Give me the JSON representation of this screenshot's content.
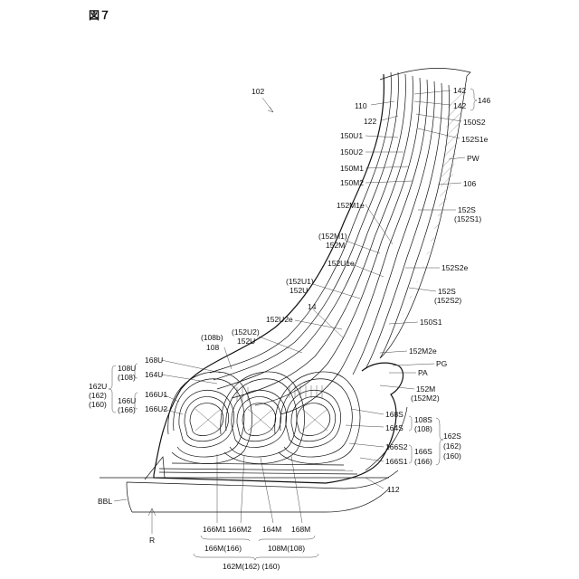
{
  "figure": {
    "title": "図７"
  },
  "labels": {
    "l102": "102",
    "l110": "110",
    "l122": "122",
    "l142a": "142",
    "l142b": "142",
    "l146": "146",
    "l150S2": "150S2",
    "l152S1e": "152S1e",
    "l150U1": "150U1",
    "l150U2": "150U2",
    "l150M1": "150M1",
    "l150M2": "150M2",
    "lPW": "PW",
    "l106": "106",
    "l152M1e": "152M1e",
    "l152S_1": "152S",
    "l152S1p": "(152S1)",
    "l152M1p": "(152M1)",
    "l152M_1": "152M",
    "l152U1e": "152U1e",
    "l152S2e": "152S2e",
    "l152U1p": "(152U1)",
    "l152U_1": "152U",
    "l152S_2": "152S",
    "l152S2p": "(152S2)",
    "l14": "14",
    "l152U2e": "152U2e",
    "l150S1": "150S1",
    "l152U2p": "(152U2)",
    "l152U_2": "152U",
    "l108bp": "(108b)",
    "l108": "108",
    "l152M2e": "152M2e",
    "lPG": "PG",
    "lPA": "PA",
    "l152M_2": "152M",
    "l152M2p": "(152M2)",
    "l168U": "168U",
    "l108U": "108U",
    "l108p_a": "(108)",
    "l164U": "164U",
    "l162U": "162U",
    "l162p_a": "(162)",
    "l160p_a": "(160)",
    "l166U1": "166U1",
    "l166U": "166U",
    "l166p_a": "(166)",
    "l166U2": "166U2",
    "l168S": "168S",
    "l108S": "108S",
    "l108p_b": "(108)",
    "l164S": "164S",
    "l162S": "162S",
    "l162p_b": "(162)",
    "l160p_b": "(160)",
    "l166S2": "166S2",
    "l166S": "166S",
    "l166p_b": "(166)",
    "l166S1": "166S1",
    "l112": "112",
    "lBBL": "BBL",
    "lR": "R",
    "l166M1": "166M1",
    "l166M2": "166M2",
    "l164M": "164M",
    "l168M": "168M",
    "l166Mg": "166M(166)",
    "l108Mg": "108M(108)",
    "l162Mg": "162M(162) (160)"
  }
}
